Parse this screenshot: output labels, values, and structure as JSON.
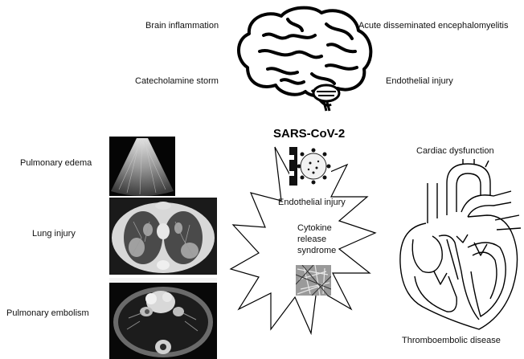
{
  "brain": {
    "label_top_left": "Brain inflammation",
    "label_top_right": "Acute disseminated  encephalomyelitis",
    "label_mid_left": "Catecholamine storm",
    "label_mid_right": "Endothelial injury"
  },
  "center": {
    "title": "SARS-CoV-2",
    "endothelial_label": "Endothelial injury",
    "cytokine_line1": "Cytokine",
    "cytokine_line2": "release",
    "cytokine_line3": "syndrome"
  },
  "lungs": {
    "label_edema": "Pulmonary edema",
    "label_injury": "Lung injury",
    "label_embolism": "Pulmonary  embolism"
  },
  "heart": {
    "label_top": "Cardiac dysfunction",
    "label_bottom": "Thromboembolic disease"
  },
  "icons": [
    "brain-icon",
    "virus-icon",
    "heart-icon",
    "starburst-icon",
    "ultrasound-image",
    "ct-lung-image",
    "ct-embolism-image",
    "cytokine-micrograph-image"
  ]
}
